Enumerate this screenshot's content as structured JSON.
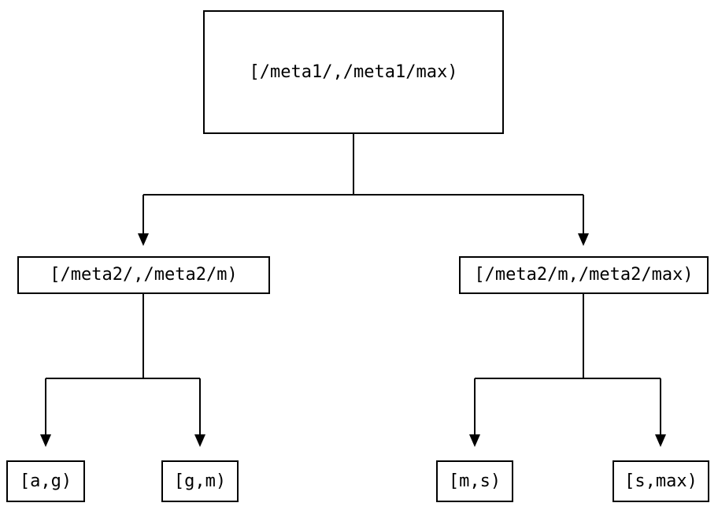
{
  "diagram": {
    "background_color": "#ffffff",
    "line_color": "#000000",
    "text_color": "#000000",
    "nodes": {
      "root": "[/meta1/,/meta1/max)",
      "level2_left": "[/meta2/,/meta2/m)",
      "level2_right": "[/meta2/m,/meta2/max)",
      "leaf_ag": "[a,g)",
      "leaf_gm": "[g,m)",
      "leaf_ms": "[m,s)",
      "leaf_smax": "[s,max)"
    }
  }
}
